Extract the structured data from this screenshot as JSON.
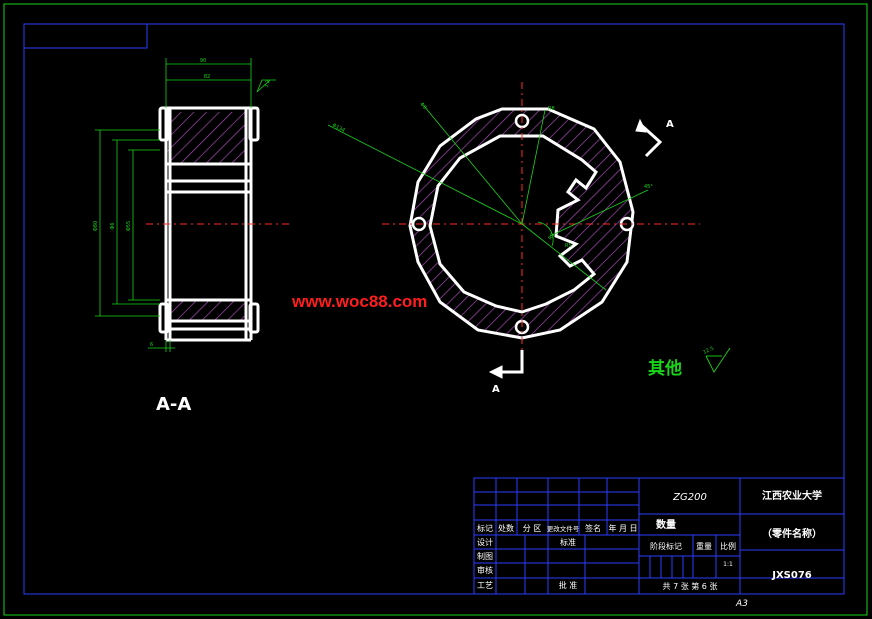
{
  "drawing": {
    "watermark": "www.woc88.com",
    "section_label": "A-A",
    "arrow_label_top": "A",
    "arrow_label_bottom": "A",
    "roughness_other_label": "其他",
    "roughness_other_value": "12.5",
    "colors": {
      "background": "#000000",
      "frame": "#2c3cff",
      "outline": "#ffffff",
      "dimension": "#19d419",
      "centerline": "#ff2a2a",
      "watermark": "#ff1e1e"
    },
    "section_dims": {
      "top_width_outer": "90",
      "top_width_inner": "82",
      "roughness_top": "3.2",
      "left_dia_outer": "Φ80",
      "left_dia_mid": "Φ6",
      "left_dia_inner": "Φ55",
      "bottom_dim": "6"
    },
    "plan_dims": {
      "dia_large": "Φ134",
      "dia_hole": "Φ8",
      "r_small": "R8",
      "angle_1": "45°",
      "r_a": "R3",
      "r_b": "R5"
    }
  },
  "title_block": {
    "material": "ZG200",
    "school": "江西农业大学",
    "part_name": "（零件名称）",
    "drawing_no": "JXS076",
    "quantity_label": "数量",
    "headers": [
      "标记",
      "处数",
      "分 区",
      "更改文件号",
      "签名",
      "年 月 日"
    ],
    "design_label": "设计",
    "standard_label": "标准",
    "drawn_label": "制图",
    "review_label": "审核",
    "craft_label": "工艺",
    "approve_label": "批 准",
    "stage_label": "阶段标记",
    "weight_label": "重量",
    "scale_label": "比例",
    "scale_value": "1:1",
    "sheet_info": "共 7 张   第 6 张",
    "sheet_size": "A3"
  }
}
